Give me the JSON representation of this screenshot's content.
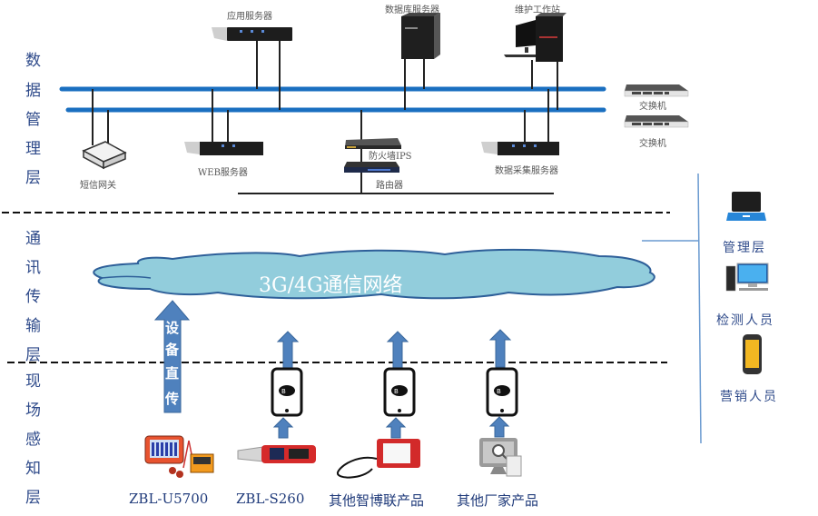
{
  "layers": {
    "data_management": [
      "数",
      "据",
      "管",
      "理",
      "层"
    ],
    "communication": [
      "通",
      "讯",
      "传",
      "输",
      "层"
    ],
    "field_sensing": [
      "现",
      "场",
      "感",
      "知",
      "层"
    ]
  },
  "servers": {
    "app_server": "应用服务器",
    "db_server": "数据库服务器",
    "maintenance_station": "维护工作站",
    "switch_1": "交换机",
    "switch_2": "交换机",
    "sms_gateway": "短信网关",
    "web_server": "WEB服务器",
    "firewall": "防火墙IPS",
    "router": "路由器",
    "data_collection_server": "数据采集服务器"
  },
  "network": {
    "cloud_label": "3G/4G通信网络",
    "direct_upload": [
      "设",
      "备",
      "直",
      "传"
    ]
  },
  "products": [
    {
      "label": "ZBL-U5700"
    },
    {
      "label": "ZBL-S260"
    },
    {
      "label": "其他智博联产品"
    },
    {
      "label": "其他厂家产品"
    }
  ],
  "roles": [
    {
      "label": "管理层",
      "icon": "laptop-icon"
    },
    {
      "label": "检测人员",
      "icon": "desktop-computer-icon"
    },
    {
      "label": "营销人员",
      "icon": "smartphone-icon"
    }
  ],
  "colors": {
    "bus": "#1a6fc0",
    "cloud_fill": "#92cddc",
    "cloud_stroke": "#2e5f99",
    "arrow": "#4f81bd",
    "layer_text": "#2e4a8a",
    "divider": "#6a9ad0"
  }
}
